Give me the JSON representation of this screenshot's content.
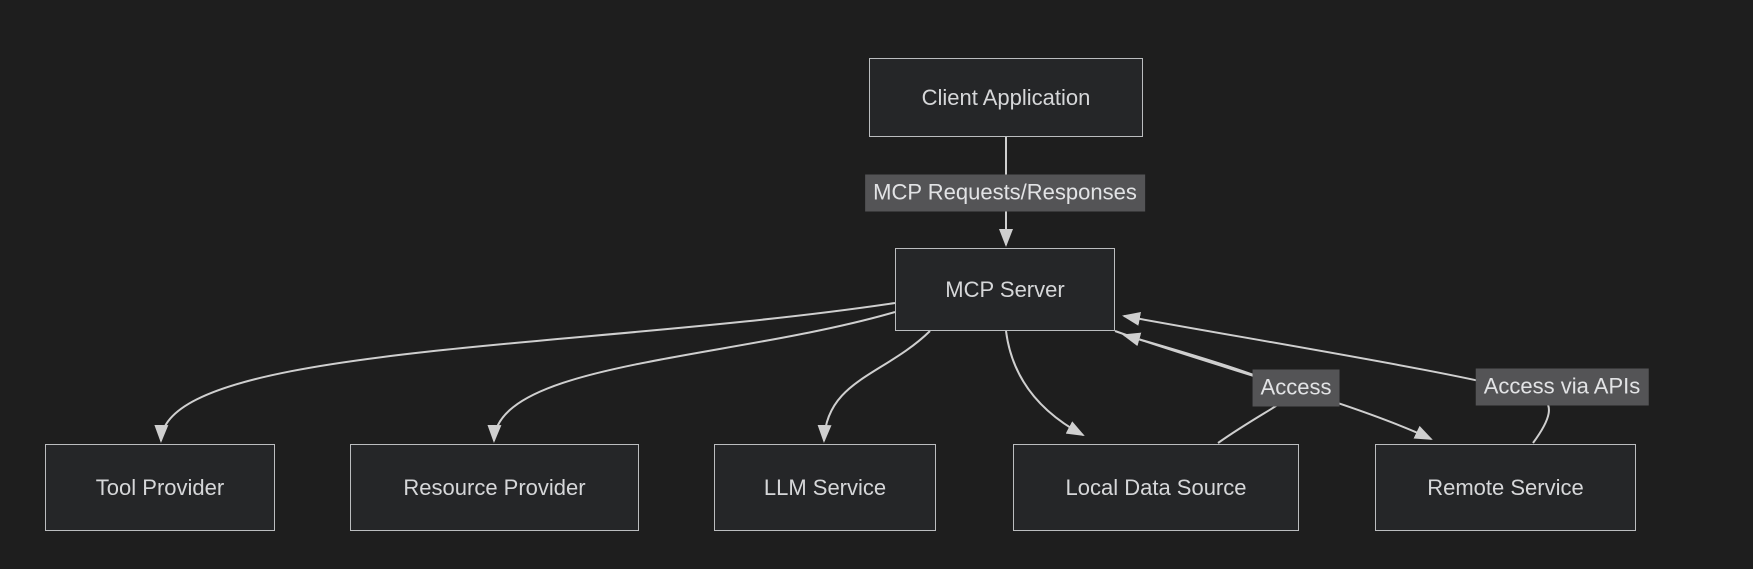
{
  "diagram": {
    "kind": "flowchart",
    "nodes": [
      {
        "id": "client",
        "label": "Client Application"
      },
      {
        "id": "mcp",
        "label": "MCP Server"
      },
      {
        "id": "tool",
        "label": "Tool Provider"
      },
      {
        "id": "resource",
        "label": "Resource Provider"
      },
      {
        "id": "llm",
        "label": "LLM Service"
      },
      {
        "id": "local",
        "label": "Local Data Source"
      },
      {
        "id": "remote",
        "label": "Remote Service"
      }
    ],
    "edges": [
      {
        "from": "client",
        "to": "mcp",
        "label": "MCP Requests/Responses"
      },
      {
        "from": "mcp",
        "to": "tool",
        "label": ""
      },
      {
        "from": "mcp",
        "to": "resource",
        "label": ""
      },
      {
        "from": "mcp",
        "to": "llm",
        "label": ""
      },
      {
        "from": "mcp",
        "to": "local",
        "label": ""
      },
      {
        "from": "local",
        "to": "mcp",
        "label": "Access"
      },
      {
        "from": "mcp",
        "to": "remote",
        "label": ""
      },
      {
        "from": "remote",
        "to": "mcp",
        "label": "Access via APIs"
      }
    ],
    "colors": {
      "background": "#1e1e1e",
      "node_fill": "#252628",
      "node_border": "#bbbdbf",
      "edge_line": "#cfcfcf",
      "edge_label_bg": "#545456",
      "text": "#d6d7d9"
    }
  }
}
